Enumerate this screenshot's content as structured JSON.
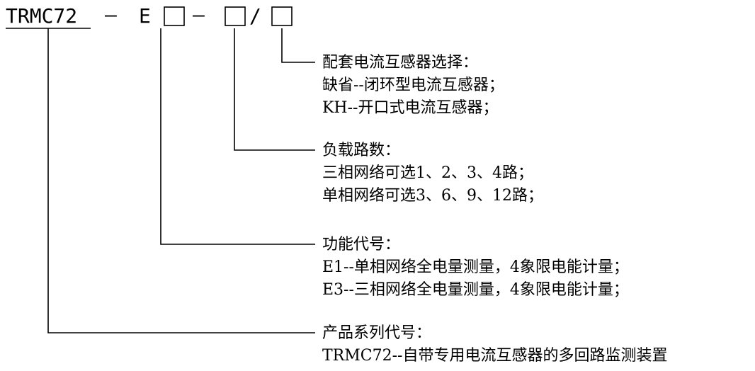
{
  "code": {
    "prefix": "TRMC72",
    "dash1": "—",
    "func": "E",
    "dash2": "—",
    "slash": "/"
  },
  "groups": [
    {
      "heading": "配套电流互感器选择：",
      "lines": [
        "缺省--闭环型电流互感器；",
        "KH--开口式电流互感器；"
      ]
    },
    {
      "heading": "负载路数：",
      "lines": [
        "三相网络可选1、2、3、4路；",
        "单相网络可选3、6、9、12路；"
      ]
    },
    {
      "heading": "功能代号：",
      "lines": [
        "E1--单相网络全电量测量，4象限电能计量；",
        "E3--三相网络全电量测量，4象限电能计量；"
      ]
    },
    {
      "heading": "产品系列代号：",
      "lines": [
        "TRMC72--自带专用电流互感器的多回路监测装置"
      ]
    }
  ],
  "colors": {
    "ink": "#000000",
    "background": "#ffffff"
  }
}
